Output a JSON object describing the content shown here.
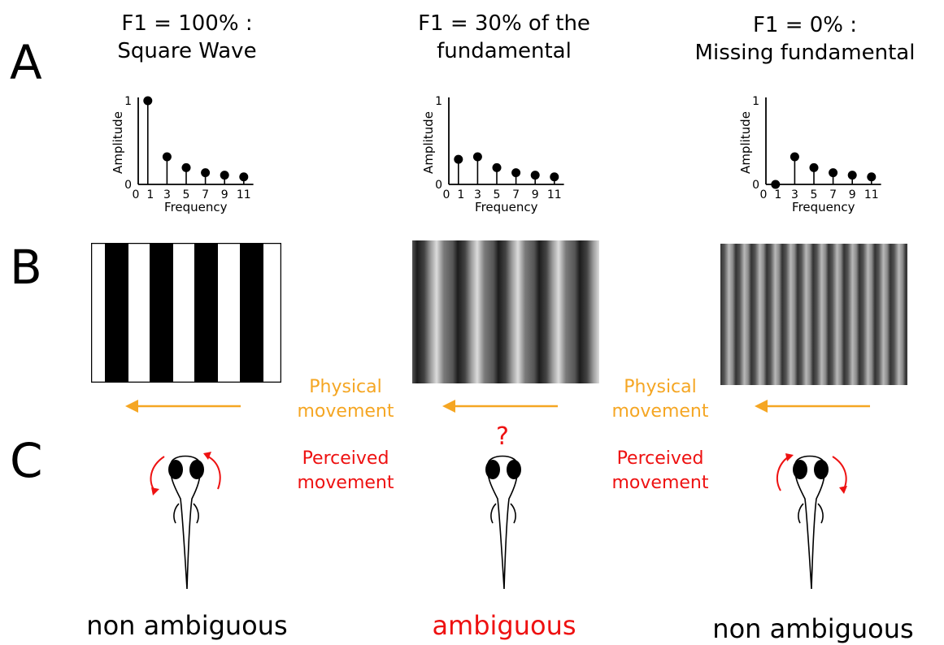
{
  "panel_letters": [
    "A",
    "B",
    "C"
  ],
  "columns": [
    {
      "title_line1": "F1 = 100% :",
      "title_line2": "Square Wave",
      "verdict": "non ambiguous",
      "eye_arrows": "outward"
    },
    {
      "title_line1": "F1 = 30% of the",
      "title_line2": "fundamental",
      "verdict": "ambiguous",
      "eye_arrows": "question"
    },
    {
      "title_line1": "F1 = 0% :",
      "title_line2": "Missing fundamental",
      "verdict": "non ambiguous",
      "eye_arrows": "inward"
    }
  ],
  "physical_movement_label_line1": "Physical",
  "physical_movement_label_line2": "movement",
  "perceived_movement_label_line1": "Perceived",
  "perceived_movement_label_line2": "movement",
  "question_mark": "?",
  "colors": {
    "physical": "#f5a623",
    "perceived": "#ee1111",
    "text": "#000000"
  },
  "chart_data": [
    {
      "type": "stem",
      "xlabel": "Frequency",
      "ylabel": "Amplitude",
      "x_ticks": [
        "0",
        "1",
        "3",
        "5",
        "7",
        "9",
        "11"
      ],
      "y_ticks": [
        "0",
        "1"
      ],
      "x": [
        1,
        3,
        5,
        7,
        9,
        11
      ],
      "values": [
        1.0,
        0.33,
        0.2,
        0.14,
        0.11,
        0.09
      ]
    },
    {
      "type": "stem",
      "xlabel": "Frequency",
      "ylabel": "Amplitude",
      "x_ticks": [
        "0",
        "1",
        "3",
        "5",
        "7",
        "9",
        "11"
      ],
      "y_ticks": [
        "0",
        "1"
      ],
      "x": [
        1,
        3,
        5,
        7,
        9,
        11
      ],
      "values": [
        0.3,
        0.33,
        0.2,
        0.14,
        0.11,
        0.09
      ]
    },
    {
      "type": "stem",
      "xlabel": "Frequency",
      "ylabel": "Amplitude",
      "x_ticks": [
        "0",
        "1",
        "3",
        "5",
        "7",
        "9",
        "11"
      ],
      "y_ticks": [
        "0",
        "1"
      ],
      "x": [
        1,
        3,
        5,
        7,
        9,
        11
      ],
      "values": [
        0.0,
        0.33,
        0.2,
        0.14,
        0.11,
        0.09
      ]
    }
  ]
}
